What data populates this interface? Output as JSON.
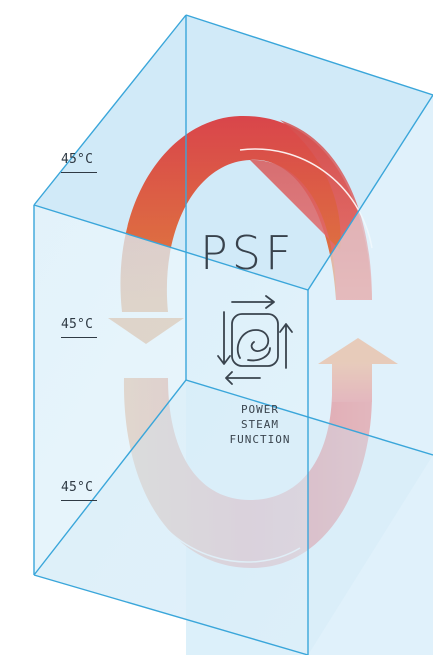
{
  "diagram": {
    "title": "PSF",
    "caption_lines": [
      "POWER",
      "STEAM",
      "FUNCTION"
    ],
    "temperatures": [
      "45°C",
      "45°C",
      "45°C"
    ],
    "icon": "steam-cycle-icon"
  },
  "colors": {
    "box_fill": "#d6ecf8",
    "box_edge": "#3fa9dc",
    "arrow_red": "#d9474b",
    "arrow_orange": "#e0823c",
    "arrow_pink": "#e8737a",
    "text": "#2f3a44"
  }
}
